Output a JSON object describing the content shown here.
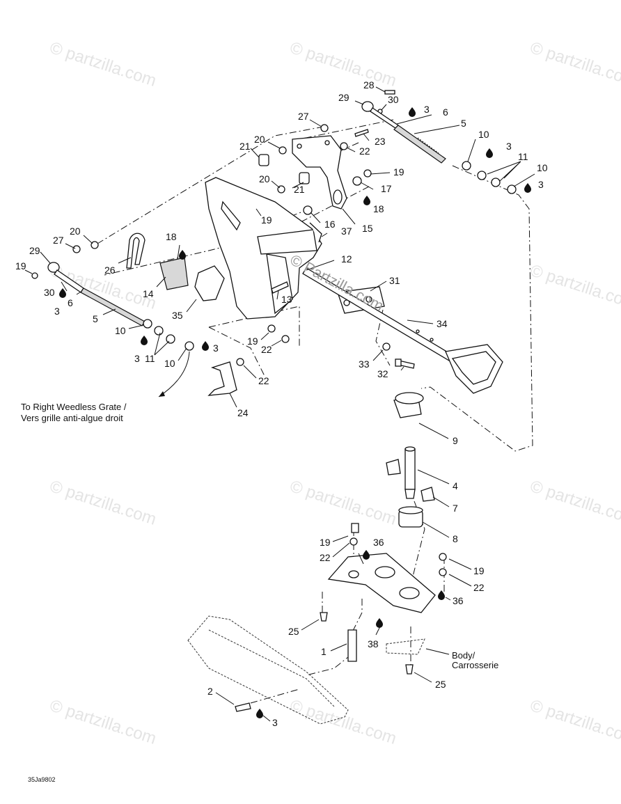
{
  "watermark": "© partzilla.com",
  "center_watermark": "© Partzilla.com",
  "image_code": "35Ja9802",
  "notes": {
    "right_grate_line1": "To Right Weedless Grate /",
    "right_grate_line2": "Vers grille anti-algue droit",
    "body_line1": "Body/",
    "body_line2": "Carrosserie"
  },
  "callouts": {
    "c28": "28",
    "c29a": "29",
    "c30a": "30",
    "c3a": "3",
    "c6a": "6",
    "c27a": "27",
    "c5a": "5",
    "c23": "23",
    "c20a": "20",
    "c21a": "21",
    "c22a": "22",
    "c10a": "10",
    "c3b": "3",
    "c11a": "11",
    "c10b": "10",
    "c3c": "3",
    "c19a": "19",
    "c17": "17",
    "c20b": "20",
    "c21b": "21",
    "c18a": "18",
    "c19b": "19",
    "c16": "16",
    "c15": "15",
    "c37": "37",
    "c20c": "20",
    "c27b": "27",
    "c18b": "18",
    "c29b": "29",
    "c19c": "19",
    "c26": "26",
    "c12": "12",
    "c30b": "30",
    "c6b": "6",
    "c3d": "3",
    "c14": "14",
    "c31": "31",
    "c13": "13",
    "c35": "35",
    "c5b": "5",
    "c34": "34",
    "c10c": "10",
    "c19d": "19",
    "c22b": "22",
    "c3e": "3",
    "c11b": "11",
    "c10d": "10",
    "c3f": "3",
    "c33": "33",
    "c32": "32",
    "c22c": "22",
    "c24": "24",
    "c9": "9",
    "c4": "4",
    "c7": "7",
    "c8": "8",
    "c19e": "19",
    "c36a": "36",
    "c22d": "22",
    "c19f": "19",
    "c22e": "22",
    "c36b": "36",
    "c25a": "25",
    "c38": "38",
    "c1": "1",
    "c25b": "25",
    "c2": "2",
    "c3g": "3"
  }
}
